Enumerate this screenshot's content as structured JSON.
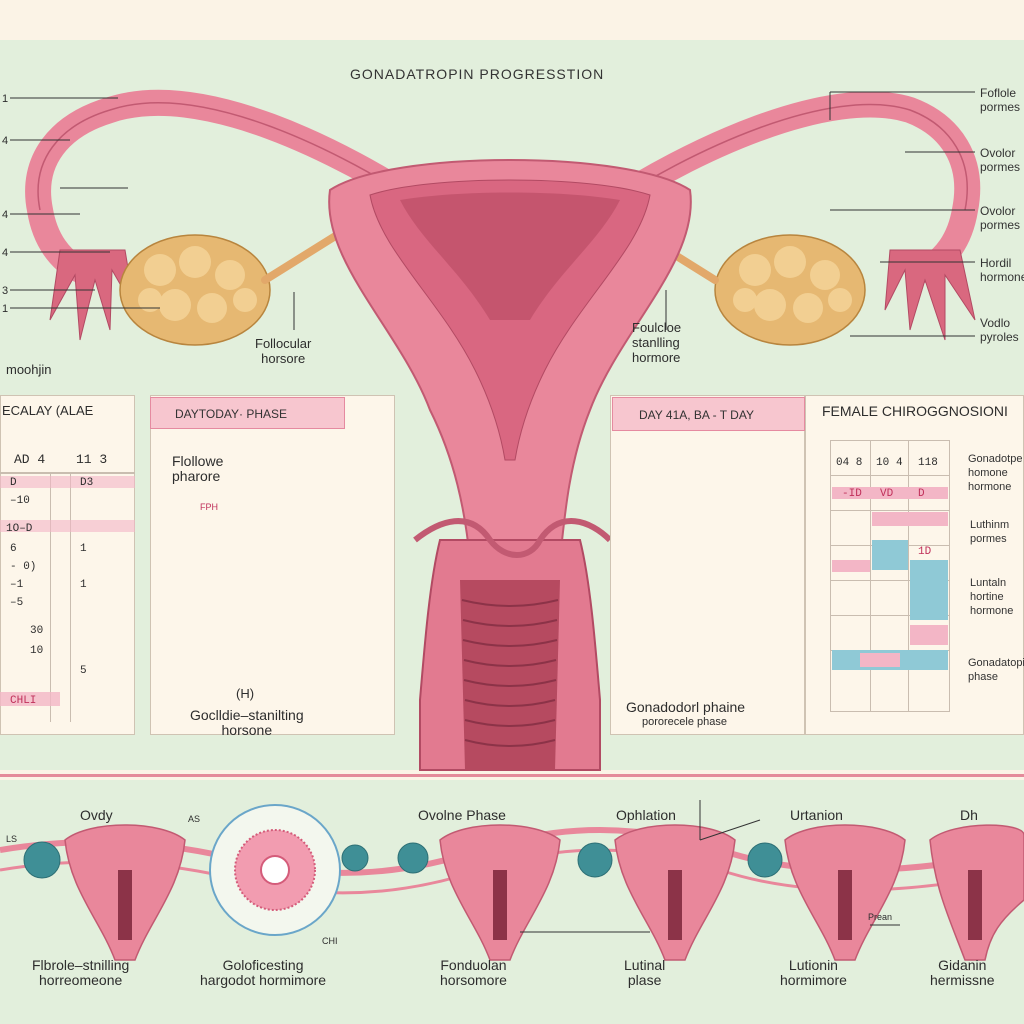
{
  "title": "GONADATROPIN PROGRESSTION",
  "left_ticks": [
    "1",
    "4",
    "4",
    "4",
    "3",
    "1"
  ],
  "left_small_label": "moohjin",
  "right_labels": [
    {
      "line1": "Foflole",
      "line2": "pormes"
    },
    {
      "line1": "Ovolor",
      "line2": "pormes"
    },
    {
      "line1": "Ovolor",
      "line2": "pormes"
    },
    {
      "line1": "Hordil",
      "line2": "hormone"
    },
    {
      "line1": "Vodlo",
      "line2": "pyroles"
    }
  ],
  "center_left_label": {
    "line1": "Follocular",
    "line2": "horsore"
  },
  "center_right_label": {
    "line1": "Foulcloe",
    "line2": "stanlling",
    "line3": "hormore"
  },
  "card1": {
    "header": "ECALAY (ALAE",
    "col_head": [
      "AD 4",
      "11 3"
    ],
    "rows": [
      "D",
      "–10",
      "1O–D",
      "6",
      "- 0)",
      "–1",
      "–5",
      "30",
      "10",
      "",
      "CHLI"
    ],
    "right_vals": [
      "D3",
      "",
      "",
      "1",
      "1",
      "",
      "",
      "",
      "5",
      "",
      ""
    ]
  },
  "card2": {
    "header": "DAYTODAY· PHASE",
    "label_top": {
      "line1": "Flollowe",
      "line2": "pharore"
    },
    "label_small": "FPH",
    "label_mid": "(H)",
    "label_bottom": {
      "line1": "Goclldie–stanilting",
      "line2": "horsone"
    }
  },
  "card3": {
    "header": "DAY 41A, BA - T DAY",
    "label": {
      "line1": "Gonadodorl phaine",
      "line2": "pororecele phase"
    }
  },
  "card4": {
    "header": "FEMALE CHIROGGNOSIONI",
    "col_head": [
      "04 8",
      "10",
      "4",
      "118"
    ],
    "cells": [
      "-ID",
      "VD",
      "D",
      "",
      "",
      "1D"
    ],
    "side_labels": [
      {
        "line1": "Gonadotpe",
        "line2": "homone",
        "line3": "hormone"
      },
      {
        "line1": "Luthinm",
        "line2": "pormes"
      },
      {
        "line1": "Luntaln",
        "line2": "hortine",
        "line3": "hormone"
      },
      {
        "line1": "Gonadatopine",
        "line2": "phase"
      }
    ]
  },
  "bottom": {
    "headers": [
      "Ovdy",
      "Ovolne Phase",
      "Ophlation",
      "Urtanion",
      "Dh"
    ],
    "small_tags": [
      "AS",
      "LS",
      "CHI",
      "Prean"
    ],
    "labels": [
      {
        "line1": "Flbrole–stnilling",
        "line2": "horreomeone"
      },
      {
        "line1": "Goloficesting",
        "line2": "hargodot hormimore"
      },
      {
        "line1": "Fonduolan",
        "line2": "horsomore"
      },
      {
        "line1": "Lutinal",
        "line2": "plase"
      },
      {
        "line1": "Lutionin",
        "line2": "hormimore"
      },
      {
        "line1": "Gidanin",
        "line2": "hermissne"
      }
    ]
  },
  "colors": {
    "panel": "#e2efdc",
    "uterus": "#e9879b",
    "ovary": "#e8c081",
    "accent": "#e48a9a"
  }
}
